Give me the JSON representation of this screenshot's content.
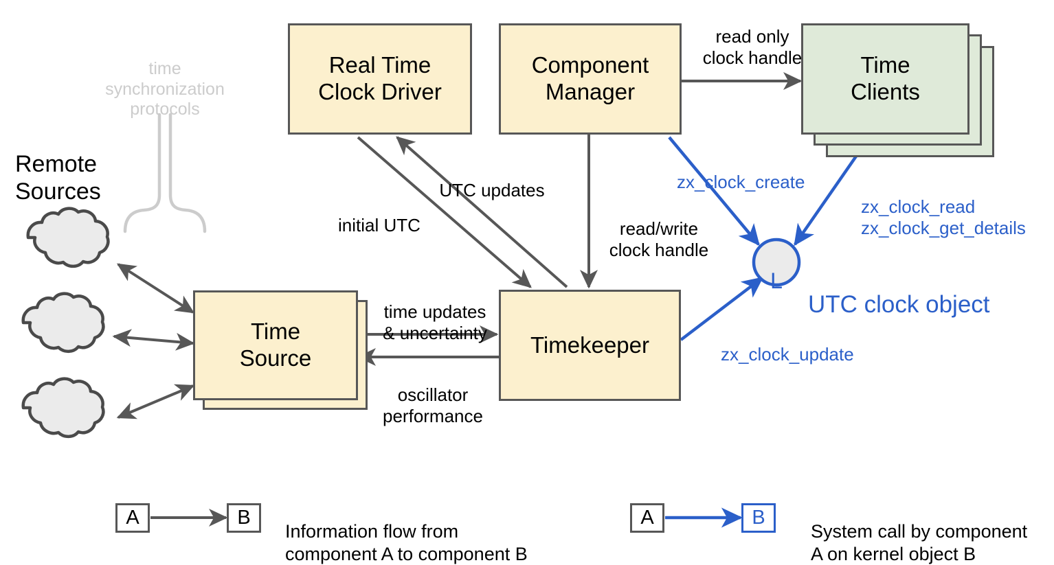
{
  "diagram": {
    "title": "Fuchsia UTC time architecture",
    "colors": {
      "box_fill_cream": "#fcf0ce",
      "box_fill_green": "#dfead9",
      "box_stroke": "#575757",
      "arrow_gray": "#575757",
      "syscall_blue": "#2b5fc9",
      "cloud_fill": "#ebebeb",
      "brace_gray": "#cccccc",
      "clock_fill": "#ebebeb"
    }
  },
  "nodes": {
    "remote_sources_heading": "Remote\nSources",
    "sync_protocols_note": "time\nsynchronization\nprotocols",
    "time_source": "Time\nSource",
    "real_time_clock_driver": "Real Time\nClock Driver",
    "component_manager": "Component\nManager",
    "time_clients": "Time\nClients",
    "timekeeper": "Timekeeper",
    "utc_clock_glyph": "L",
    "utc_clock_object_label": "UTC clock object"
  },
  "edge_labels": {
    "read_only_clock_handle": "read only\nclock handle",
    "utc_updates": "UTC updates",
    "initial_utc": "initial UTC",
    "read_write_clock_handle": "read/write\nclock handle",
    "time_updates_uncertainty": "time updates\n& uncertainty",
    "oscillator_performance": "oscillator\nperformance",
    "zx_clock_create": "zx_clock_create",
    "zx_clock_read_get_details": "zx_clock_read\nzx_clock_get_details",
    "zx_clock_update": "zx_clock_update"
  },
  "legend": {
    "info_flow": {
      "from_label": "A",
      "to_label": "B",
      "description": "Information flow from\ncomponent A to component B"
    },
    "system_call": {
      "from_label": "A",
      "to_label": "B",
      "description": "System call by component\nA on kernel object B"
    }
  }
}
